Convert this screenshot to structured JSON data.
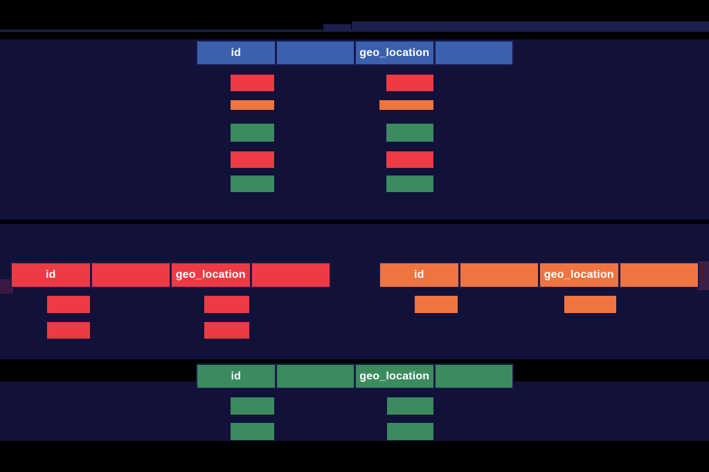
{
  "diagram": {
    "description_colors": {
      "background": "#000000",
      "panel_navy": "#111139",
      "divider_navy": "#1c1e4e",
      "table_border": "#191849",
      "blue": "#3A60AE",
      "red": "#EE3A44",
      "orange": "#F0743F",
      "green": "#3B8B5E",
      "plum_left_fragment": "#3A1A44",
      "plum_right_fragment": "#3B2147",
      "header_text": "#FFFFFF"
    },
    "tables": {
      "source": {
        "columns": [
          "id",
          "",
          "geo_location",
          ""
        ],
        "header_color": "#3A60AE",
        "row_colors": [
          "red",
          "orange",
          "green",
          "red",
          "green"
        ]
      },
      "shard_red": {
        "columns": [
          "id",
          "",
          "geo_location",
          ""
        ],
        "header_color": "#EE3A44",
        "row_colors": [
          "red",
          "red"
        ]
      },
      "shard_orange": {
        "columns": [
          "id",
          "",
          "geo_location",
          ""
        ],
        "header_color": "#F0743F",
        "row_colors": [
          "orange"
        ]
      },
      "shard_green": {
        "columns": [
          "id",
          "",
          "geo_location",
          ""
        ],
        "header_color": "#3B8B5E",
        "row_colors": [
          "green",
          "green"
        ]
      }
    }
  }
}
